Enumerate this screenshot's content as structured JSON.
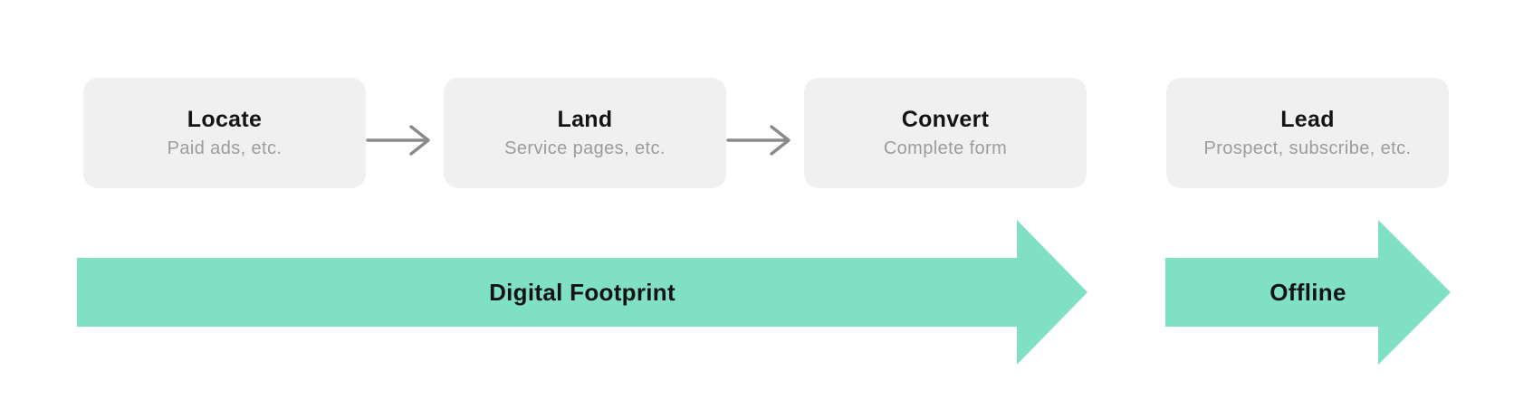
{
  "colors": {
    "bg": "#ffffff",
    "box_fill": "#f0f0f0",
    "title_color": "#141414",
    "subtitle_color": "#9c9c9c",
    "connector_color": "#8a8a8a",
    "arrow_fill": "#7fe0c3",
    "arrow_label_color": "#131313"
  },
  "diagram": {
    "steps": [
      {
        "title": "Locate",
        "subtitle": "Paid ads, etc."
      },
      {
        "title": "Land",
        "subtitle": "Service pages, etc."
      },
      {
        "title": "Convert",
        "subtitle": "Complete form"
      },
      {
        "title": "Lead",
        "subtitle": "Prospect, subscribe, etc."
      }
    ],
    "connectors": [
      {
        "icon": "right-arrow-icon"
      },
      {
        "icon": "right-arrow-icon"
      }
    ],
    "phases": [
      {
        "label": "Digital Footprint"
      },
      {
        "label": "Offline"
      }
    ]
  }
}
